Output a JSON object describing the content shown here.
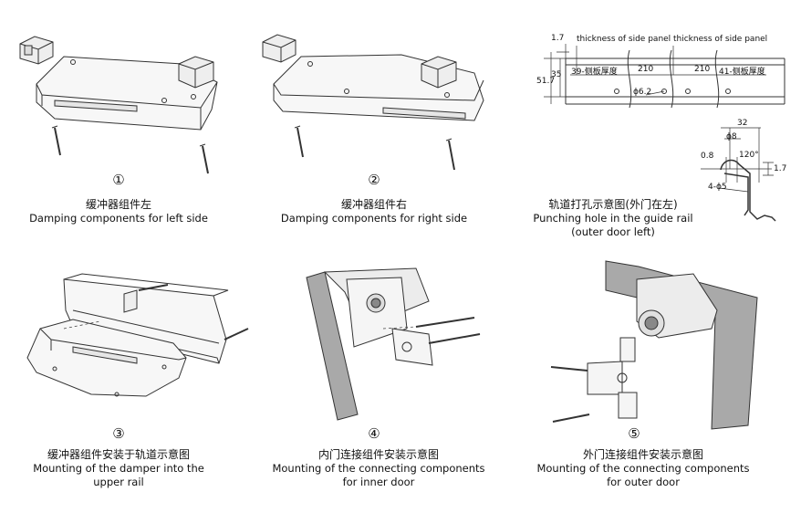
{
  "panels": [
    {
      "number": "①",
      "title_zh": "缓冲器组件左",
      "title_en": "Damping components for left side"
    },
    {
      "number": "②",
      "title_zh": "缓冲器组件右",
      "title_en": "Damping components for right side"
    },
    {
      "title_zh": "轨道打孔示意图(外门在左)",
      "title_en_line1": "Punching hole in the guide rail",
      "title_en_line2": "(outer door left)"
    },
    {
      "number": "③",
      "title_zh": "缓冲器组件安装于轨道示意图",
      "title_en_line1": "Mounting of the damper into the",
      "title_en_line2": "upper rail"
    },
    {
      "number": "④",
      "title_zh": "内门连接组件安装示意图",
      "title_en_line1": "Mounting of the connecting components",
      "title_en_line2": "for inner door"
    },
    {
      "number": "⑤",
      "title_zh": "外门连接组件安装示意图",
      "title_en_line1": "Mounting of the connecting components",
      "title_en_line2": "for outer door"
    }
  ],
  "rail_drawing": {
    "label_panel_left": "thickness of side panel",
    "label_panel_right": "thickness of side panel",
    "dim_1_7_top": "1.7",
    "dim_35": "35",
    "dim_51_7": "51.7",
    "dim_39": "39-侧板厚度",
    "dim_210_a": "210",
    "dim_210_b": "210",
    "dim_41": "41-侧板厚度",
    "dim_phi6_2": "ϕ6.2",
    "dim_32": "32",
    "dim_phi8": "ϕ8",
    "dim_0_8": "0.8",
    "dim_120": "120°",
    "dim_1_7_side": "1.7",
    "dim_4phi5": "4-ϕ5"
  }
}
